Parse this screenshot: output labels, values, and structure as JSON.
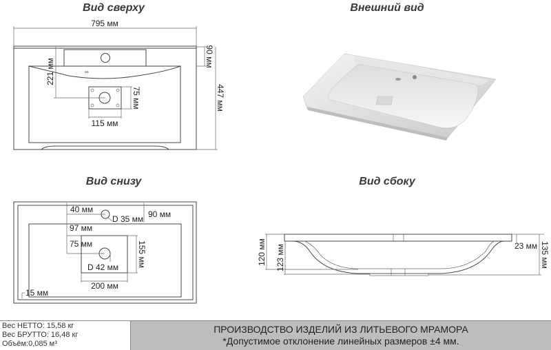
{
  "titles": {
    "top_view": "Вид сверху",
    "exterior_view": "Внешний вид",
    "bottom_view": "Вид снизу",
    "side_view": "Вид сбоку"
  },
  "top_view_dims": {
    "width": "795 мм",
    "depth": "447 мм",
    "ledge": "90 мм",
    "drain_offset": "221 мм",
    "plate_h": "75 мм",
    "plate_w": "115 мм"
  },
  "bottom_view_dims": {
    "tap_offset": "40 мм",
    "tap_diameter": "D 35 мм",
    "ledge": "90 мм",
    "basin_offset": "97 мм",
    "drain_offset": "75 мм",
    "drain_diameter": "D 42 мм",
    "cut_h": "155 мм",
    "cut_w": "200 мм",
    "edge": "15 мм"
  },
  "side_view_dims": {
    "h120": "120 мм",
    "h123": "123 мм",
    "h23": "23 мм",
    "h135": "135 мм"
  },
  "footer": {
    "net_weight": "Вес НЕТТО: 15,58 кг",
    "gross_weight": "Вес БРУТТО: 16,48 кг",
    "volume": "Объём:0,085 м³",
    "headline": "ПРОИЗВОДСТВО ИЗДЕЛИЙ ИЗ ЛИТЬЕВОГО МРАМОРА",
    "tolerance": "*Допустимое отклонение линейных размеров ±4 мм."
  }
}
